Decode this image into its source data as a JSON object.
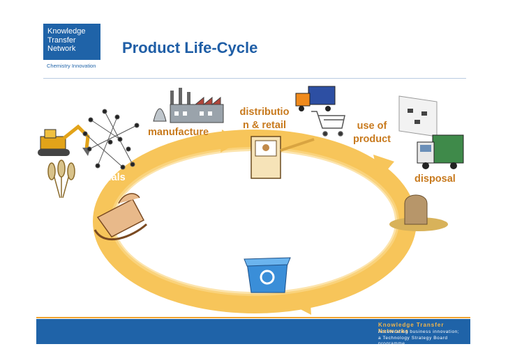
{
  "header": {
    "logo_lines": [
      "Knowledge",
      "Transfer",
      "Network"
    ],
    "logo_subtitle": "Chemistry Innovation",
    "title": "Product Life-Cycle"
  },
  "stages": {
    "materials": "materials",
    "manufacture": "manufacture",
    "distribution_line1": "distributio",
    "distribution_line2": "n & retail",
    "use_line1": "use of",
    "use_line2": "product",
    "disposal": "disposal"
  },
  "footer": {
    "title": "Knowledge Transfer Networks",
    "line1": "Accelerating business innovation;",
    "line2": "a Technology Strategy Board",
    "line3": "programme"
  },
  "colors": {
    "brand_blue": "#1f63a8",
    "cycle_yellow": "#f7c55a",
    "label_orange": "#c87a1e",
    "footer_accent": "#f3b64a"
  }
}
